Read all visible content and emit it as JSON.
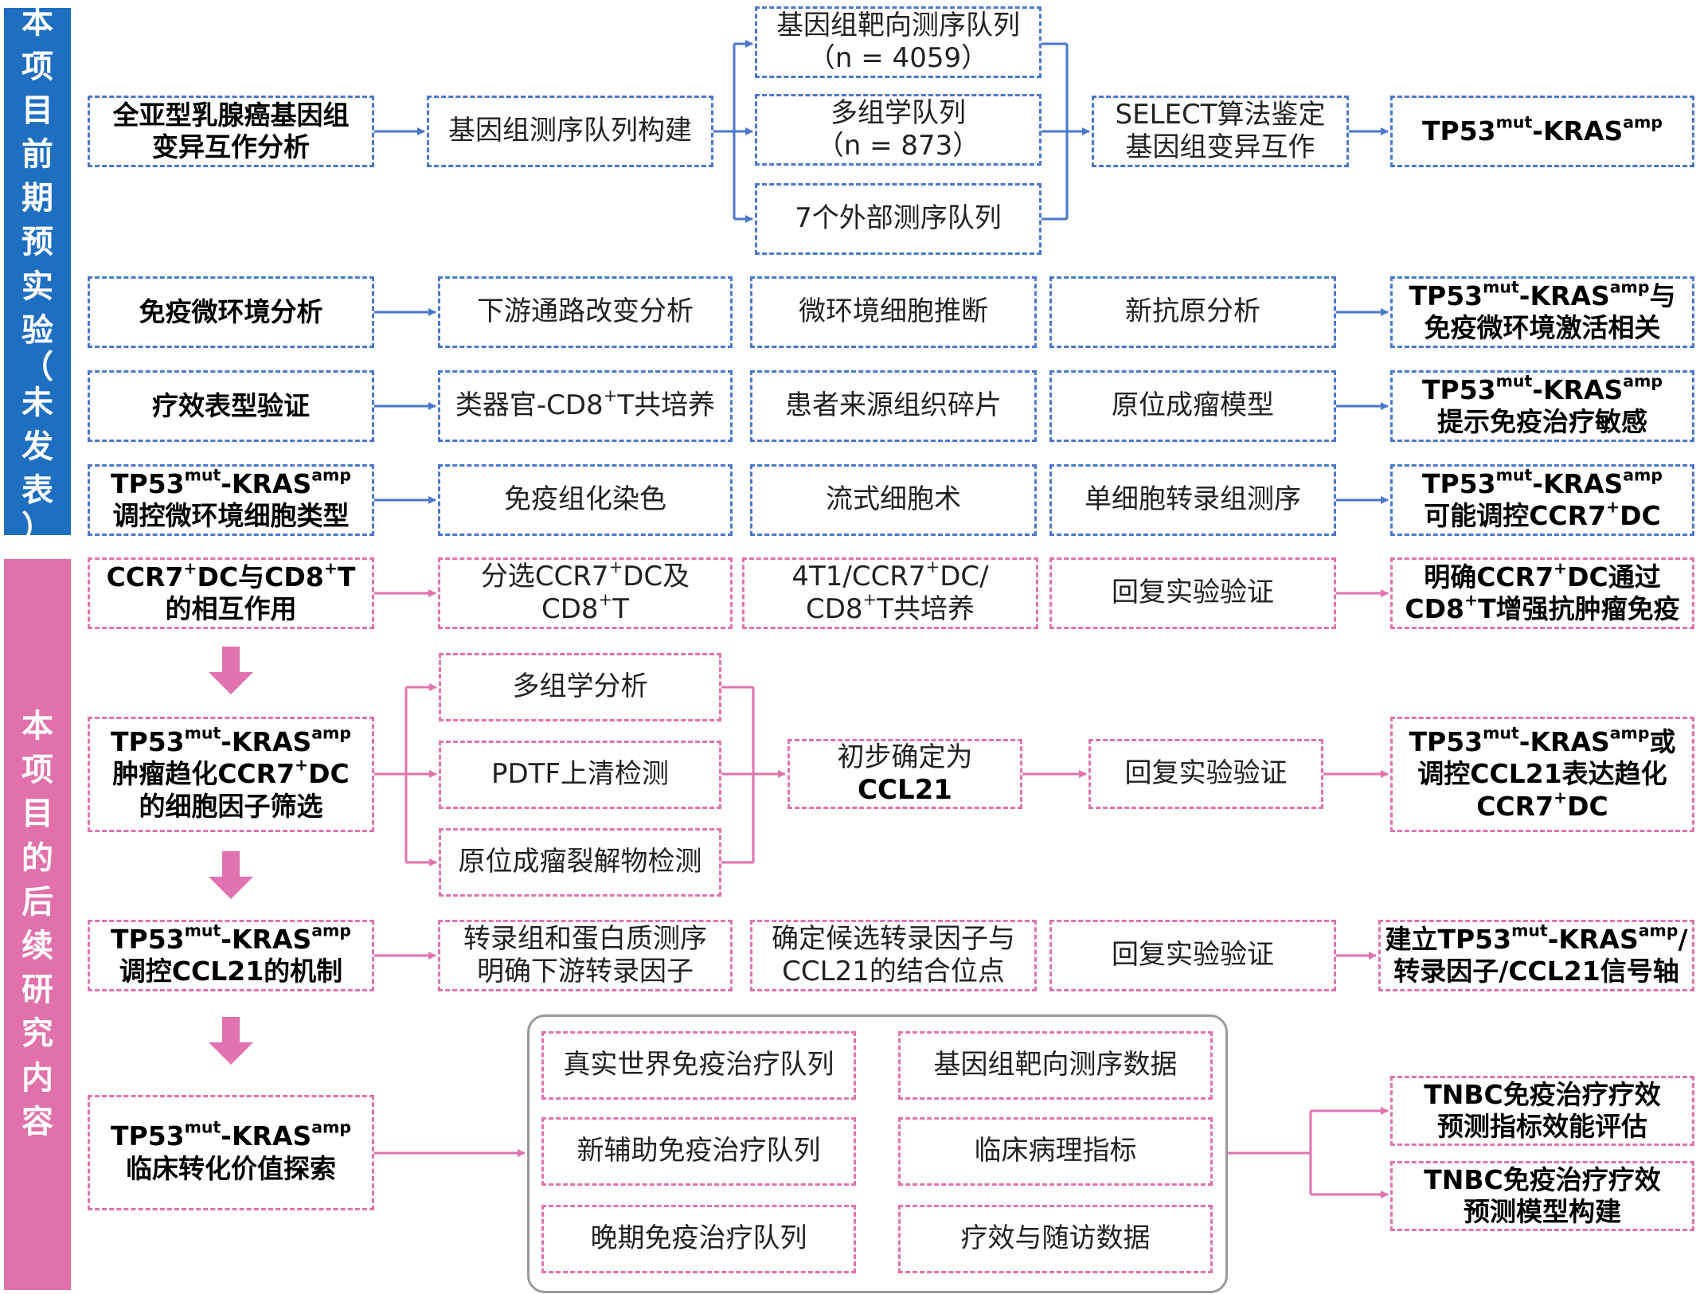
{
  "sections": {
    "preliminary": {
      "label": "本项目前期预实验（未发表）"
    },
    "followup": {
      "label": "本项目的后续研究内容"
    }
  },
  "rows": {
    "r1": {
      "start": {
        "l1": "全亚型乳腺癌基因组",
        "l2": "变异互作分析"
      },
      "build": "基因组测序队列构建",
      "cohort1": {
        "l1": "基因组靶向测序队列",
        "l2": "（n = 4059）"
      },
      "cohort2": {
        "l1": "多组学队列",
        "l2": "（n = 873）"
      },
      "cohort3": "7个外部测序队列",
      "select": {
        "l1": "SELECT算法鉴定",
        "l2": "基因组变异互作"
      },
      "result": {
        "tp": "TP53",
        "mut": "mut",
        "kras": "-KRAS",
        "amp": "amp"
      }
    },
    "r2": {
      "start": "免疫微环境分析",
      "s1": "下游通路改变分析",
      "s2": "微环境细胞推断",
      "s3": "新抗原分析",
      "result": {
        "tp": "TP53",
        "mut": "mut",
        "kras": "-KRAS",
        "amp": "amp",
        "tail": "与",
        "l2": "免疫微环境激活相关"
      }
    },
    "r3": {
      "start": "疗效表型验证",
      "s1": {
        "a": "类器官-CD8",
        "sup": "+",
        "b": "T共培养"
      },
      "s2": "患者来源组织碎片",
      "s3": "原位成瘤模型",
      "result": {
        "tp": "TP53",
        "mut": "mut",
        "kras": "-KRAS",
        "amp": "amp",
        "l2": "提示免疫治疗敏感"
      }
    },
    "r4": {
      "start": {
        "tp": "TP53",
        "mut": "mut",
        "kras": "-KRAS",
        "amp": "amp",
        "l2": "调控微环境细胞类型"
      },
      "s1": "免疫组化染色",
      "s2": "流式细胞术",
      "s3": "单细胞转录组测序",
      "result": {
        "tp": "TP53",
        "mut": "mut",
        "kras": "-KRAS",
        "amp": "amp",
        "l2a": "可能调控CCR7",
        "sup": "+",
        "l2b": "DC"
      }
    },
    "r5": {
      "start": {
        "a": "CCR7",
        "sup": "+",
        "b": "DC与CD8",
        "sup2": "+",
        "c": "T",
        "l2": "的相互作用"
      },
      "s1": {
        "a": "分选CCR7",
        "sup": "+",
        "b": "DC及",
        "l2a": "CD8",
        "sup2": "+",
        "l2b": "T"
      },
      "s2": {
        "a": "4T1/CCR7",
        "sup": "+",
        "b": "DC/",
        "l2a": "CD8",
        "sup2": "+",
        "l2b": "T共培养"
      },
      "s3": "回复实验验证",
      "result": {
        "a": "明确CCR7",
        "sup": "+",
        "b": "DC通过",
        "l2a": "CD8",
        "sup2": "+",
        "l2b": "T增强抗肿瘤免疫"
      }
    },
    "r6": {
      "start": {
        "tp": "TP53",
        "mut": "mut",
        "kras": "-KRAS",
        "amp": "amp",
        "l2a": "肿瘤趋化CCR7",
        "sup": "+",
        "l2b": "DC",
        "l3": "的细胞因子筛选"
      },
      "m1": "多组学分析",
      "m2": "PDTF上清检测",
      "m3": "原位成瘤裂解物检测",
      "confirm": {
        "l1": "初步确定为",
        "l2": "CCL21"
      },
      "verify": "回复实验验证",
      "result": {
        "tp": "TP53",
        "mut": "mut",
        "kras": "-KRAS",
        "amp": "amp",
        "tail": "或",
        "l2": "调控CCL21表达趋化",
        "l3a": "CCR7",
        "sup": "+",
        "l3b": "DC"
      }
    },
    "r7": {
      "start": {
        "tp": "TP53",
        "mut": "mut",
        "kras": "-KRAS",
        "amp": "amp",
        "l2": "调控CCL21的机制"
      },
      "s1": {
        "l1": "转录组和蛋白质测序",
        "l2": "明确下游转录因子"
      },
      "s2": {
        "l1": "确定候选转录因子与",
        "l2": "CCL21的结合位点"
      },
      "s3": "回复实验验证",
      "result": {
        "a": "建立TP53",
        "mut": "mut",
        "kras": "-KRAS",
        "amp": "amp",
        "tail": "/",
        "l2": "转录因子/CCL21信号轴"
      }
    },
    "r8": {
      "start": {
        "tp": "TP53",
        "mut": "mut",
        "kras": "-KRAS",
        "amp": "amp",
        "l2": "临床转化价值探索"
      },
      "g1": "真实世界免疫治疗队列",
      "g2": "基因组靶向测序数据",
      "g3": "新辅助免疫治疗队列",
      "g4": "临床病理指标",
      "g5": "晚期免疫治疗队列",
      "g6": "疗效与随访数据",
      "out1": {
        "l1": "TNBC免疫治疗疗效",
        "l2": "预测指标效能评估"
      },
      "out2": {
        "l1": "TNBC免疫治疗疗效",
        "l2": "预测模型构建"
      }
    }
  },
  "colors": {
    "blue": "#4a77cc",
    "pink": "#e072b0",
    "band_blue": "#1f6fc0",
    "band_pink": "#e071aa",
    "group_border": "#9a9a9a"
  }
}
